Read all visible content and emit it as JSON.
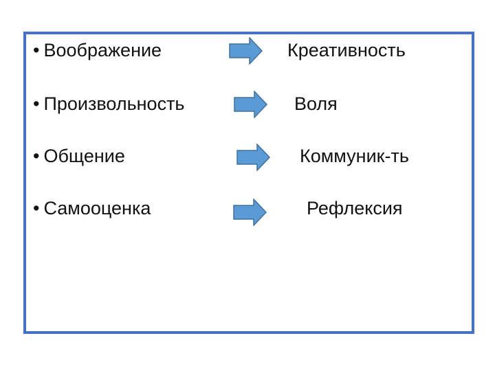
{
  "diagram": {
    "rows": [
      {
        "left": "Воображение",
        "right": "Креативность"
      },
      {
        "left": "Произвольность",
        "right": "Воля"
      },
      {
        "left": "Общение",
        "right": "Коммуник-ть"
      },
      {
        "left": "Самооценка",
        "right": "Рефлексия"
      }
    ],
    "bullet": "•",
    "colors": {
      "frame": "#4472c4",
      "arrow_fill": "#5b9bd5",
      "arrow_stroke": "#41719c",
      "text": "#111111"
    }
  }
}
